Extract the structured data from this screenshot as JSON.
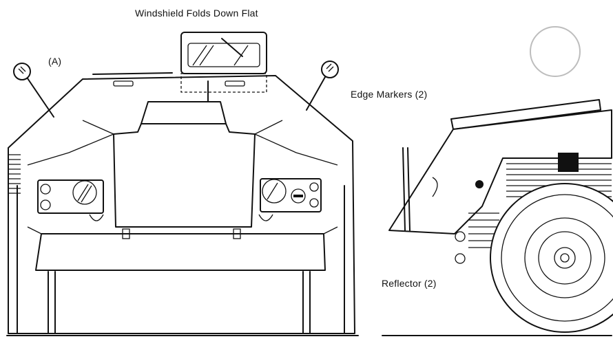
{
  "labels": {
    "windshield": "Windshield Folds Down Flat",
    "view_a": "(A)",
    "edge_markers": "Edge Markers (2)",
    "reflector": "Reflector (2)"
  },
  "colors": {
    "ink": "#111111",
    "paper": "#ffffff"
  }
}
